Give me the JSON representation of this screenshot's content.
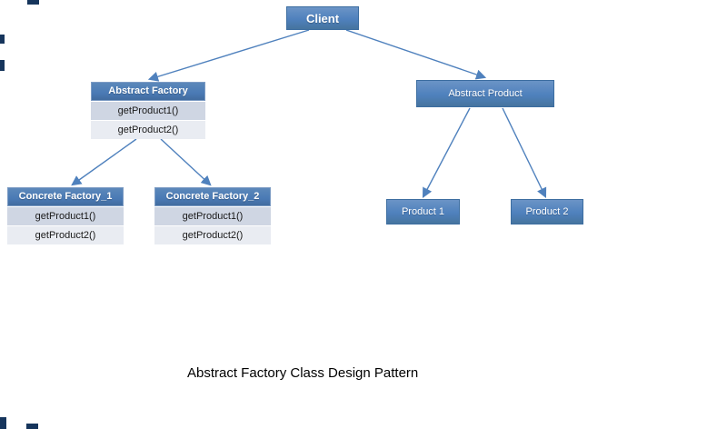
{
  "diagram": {
    "caption": "Abstract Factory Class Design Pattern",
    "nodes": {
      "client": {
        "label": "Client"
      },
      "abstract_factory": {
        "title": "Abstract Factory",
        "methods": [
          "getProduct1()",
          "getProduct2()"
        ]
      },
      "concrete_factory_1": {
        "title": "Concrete Factory_1",
        "methods": [
          "getProduct1()",
          "getProduct2()"
        ]
      },
      "concrete_factory_2": {
        "title": "Concrete Factory_2",
        "methods": [
          "getProduct1()",
          "getProduct2()"
        ]
      },
      "abstract_product": {
        "label": "Abstract Product"
      },
      "product_1": {
        "label": "Product 1"
      },
      "product_2": {
        "label": "Product 2"
      }
    },
    "edges": [
      {
        "from": "client",
        "to": "abstract_factory"
      },
      {
        "from": "client",
        "to": "abstract_product"
      },
      {
        "from": "abstract_factory",
        "to": "concrete_factory_1"
      },
      {
        "from": "abstract_factory",
        "to": "concrete_factory_2"
      },
      {
        "from": "abstract_product",
        "to": "product_1"
      },
      {
        "from": "abstract_product",
        "to": "product_2"
      }
    ],
    "colors": {
      "node_fill": "#4f81bd",
      "node_border": "#3c6da0",
      "class_header_fill": "#4a7ab5",
      "class_row_alt1": "#cfd6e3",
      "class_row_alt2": "#e9ecf2",
      "arrow": "#4f81bd",
      "caption_text": "#000000"
    }
  }
}
